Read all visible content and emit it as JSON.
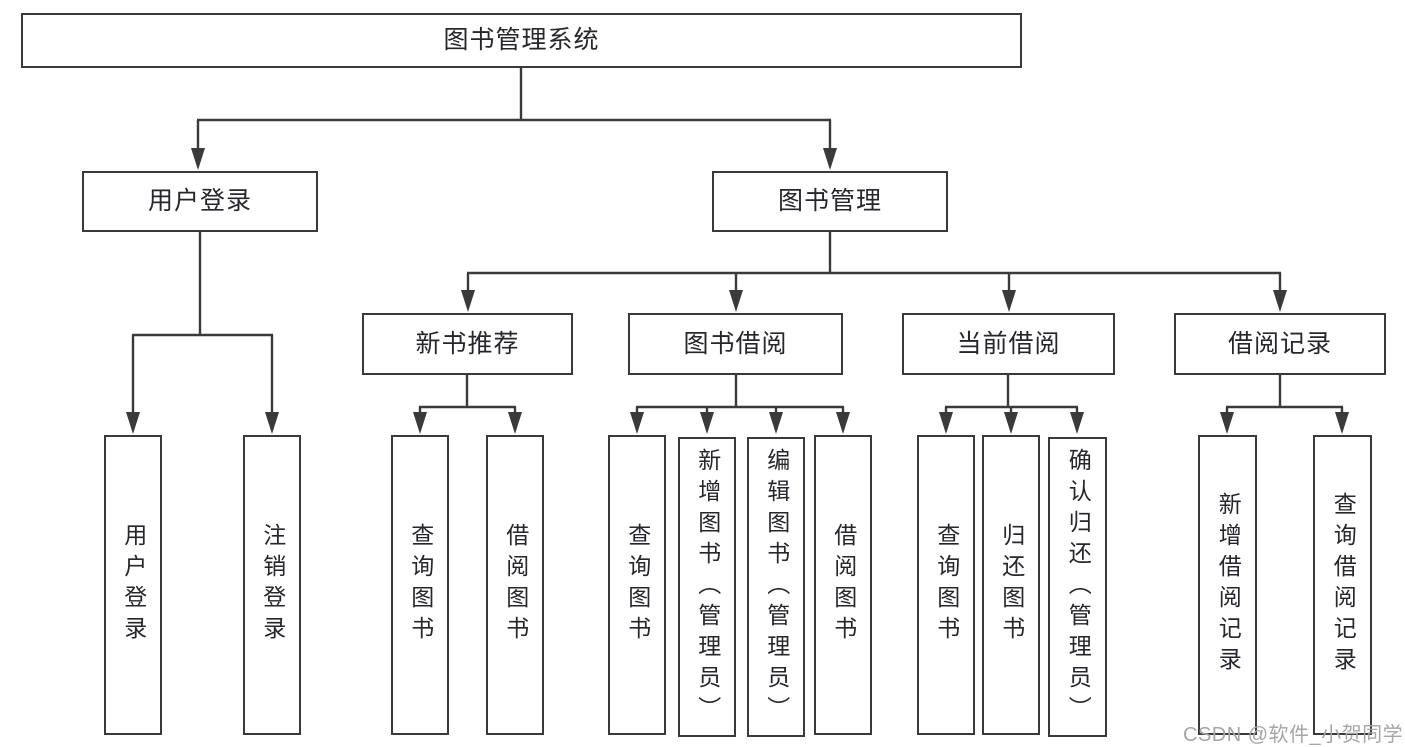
{
  "tree": {
    "label": "图书管理系统",
    "children": [
      {
        "label": "用户登录",
        "children": [
          {
            "label": "用户登录"
          },
          {
            "label": "注销登录"
          }
        ]
      },
      {
        "label": "图书管理",
        "children": [
          {
            "label": "新书推荐",
            "children": [
              {
                "label": "查询图书"
              },
              {
                "label": "借阅图书"
              }
            ]
          },
          {
            "label": "图书借阅",
            "children": [
              {
                "label": "查询图书"
              },
              {
                "label": "新增图书（管理员）"
              },
              {
                "label": "编辑图书（管理员）"
              },
              {
                "label": "借阅图书"
              }
            ]
          },
          {
            "label": "当前借阅",
            "children": [
              {
                "label": "查询图书"
              },
              {
                "label": "归还图书"
              },
              {
                "label": "确认归还（管理员）"
              }
            ]
          },
          {
            "label": "借阅记录",
            "children": [
              {
                "label": "新增借阅记录"
              },
              {
                "label": "查询借阅记录"
              }
            ]
          }
        ]
      }
    ]
  },
  "watermark": "CSDN @软件_小贺同学",
  "colors": {
    "line": "#3a3a3a",
    "box_fill": "#ffffff",
    "text": "#26262c",
    "watermark": "#a6a6a6"
  }
}
